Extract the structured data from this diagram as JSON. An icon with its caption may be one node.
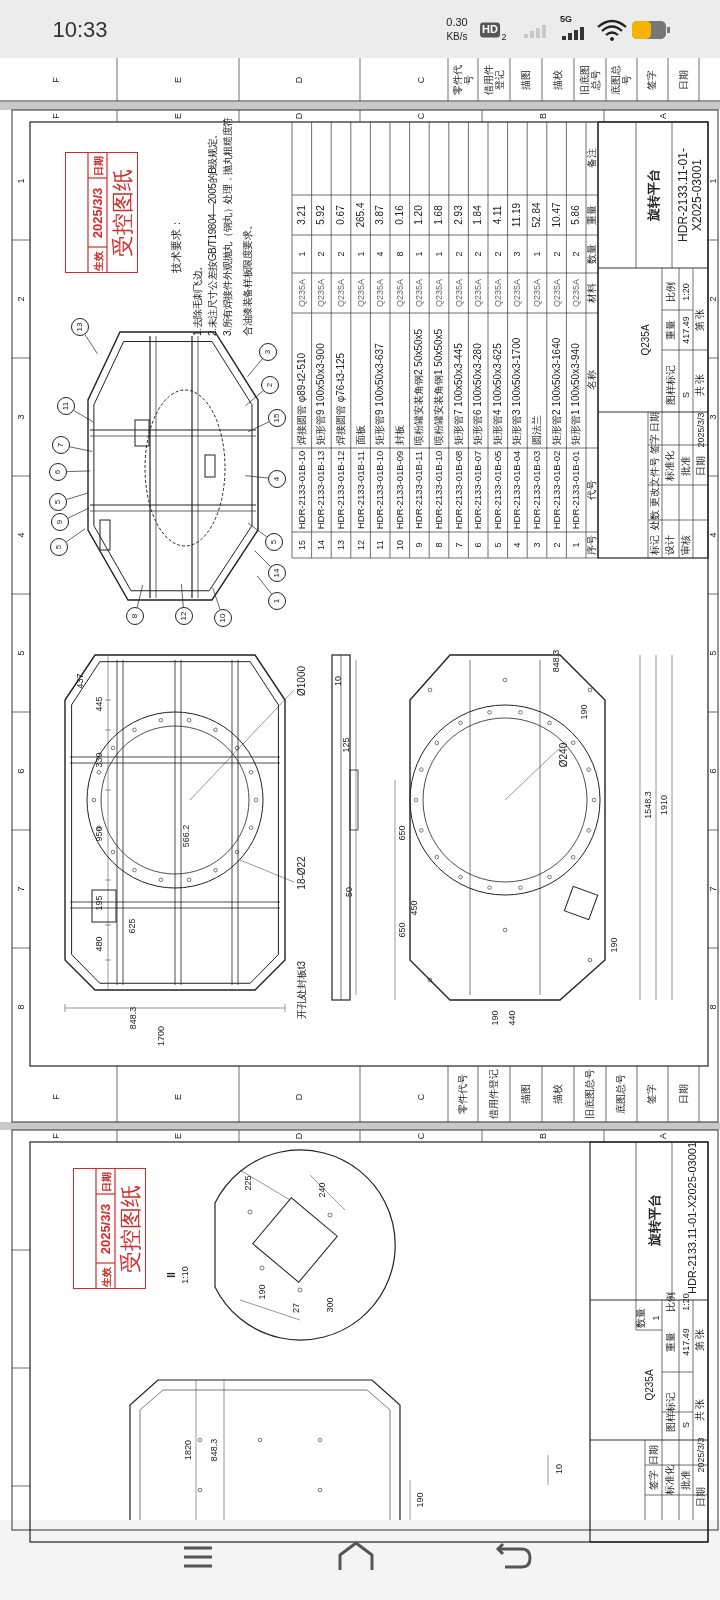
{
  "diagram": {
    "nodes": [
      {
        "text": [],
        "shape": "picture"
      },
      {
        "text": [
          "13"
        ]
      },
      {
        "text": [
          "3"
        ]
      },
      {
        "text": [
          "11"
        ]
      },
      {
        "text": [
          "2"
        ]
      },
      {
        "text": [
          "15"
        ]
      },
      {
        "text": [
          "7"
        ]
      },
      {
        "text": [
          "6"
        ]
      },
      {
        "text": [
          "4"
        ]
      },
      {
        "text": [
          "5"
        ]
      },
      {
        "text": [
          "9"
        ]
      },
      {
        "text": [
          "5"
        ]
      },
      {
        "text": [
          "5"
        ]
      },
      {
        "text": [
          "14"
        ]
      },
      {
        "text": [
          "1"
        ]
      },
      {
        "text": [
          "8"
        ]
      },
      {
        "text": [
          "12"
        ]
      },
      {
        "text": [
          "10"
        ]
      },
      {
        "text": [
          "生效",
          "2025/3/3",
          "日期",
          "受控图纸"
        ]
      },
      {
        "text": [
          "生效",
          "2025/3/3",
          "日期",
          "受控图纸"
        ]
      }
    ],
    "edges": [
      {
        "from": 1,
        "to": 0,
        "arrow": "none"
      },
      {
        "from": 2,
        "to": 0,
        "arrow": "none"
      },
      {
        "from": 3,
        "to": 0,
        "arrow": "none"
      },
      {
        "from": 4,
        "to": 0,
        "arrow": "none"
      },
      {
        "from": 5,
        "to": 0,
        "arrow": "none"
      },
      {
        "from": 6,
        "to": 0,
        "arrow": "none"
      },
      {
        "from": 7,
        "to": 0,
        "arrow": "none"
      },
      {
        "from": 8,
        "to": 0,
        "arrow": "none"
      },
      {
        "from": 9,
        "to": 0,
        "arrow": "none"
      },
      {
        "from": 10,
        "to": 0,
        "arrow": "none"
      },
      {
        "from": 11,
        "to": 0,
        "arrow": "none"
      },
      {
        "from": 12,
        "to": 0,
        "arrow": "none"
      },
      {
        "from": 13,
        "to": 0,
        "arrow": "none"
      },
      {
        "from": 14,
        "to": 0,
        "arrow": "none"
      },
      {
        "from": 15,
        "to": 0,
        "arrow": "none"
      },
      {
        "from": 16,
        "to": 0,
        "arrow": "none"
      },
      {
        "from": 17,
        "to": 0,
        "arrow": "none"
      }
    ],
    "labels": [
      "10:33",
      "0.30",
      "KB/s",
      "HD",
      "2",
      "5G",
      "F",
      "E",
      "D",
      "C",
      "零件代号",
      "借用件登记",
      "描图",
      "描校",
      "旧底图总号",
      "底图总号",
      "签字",
      "日期",
      "F",
      "E",
      "D",
      "C",
      "B",
      "A",
      "1",
      "2",
      "3",
      "4",
      "5",
      "6",
      "7",
      "8",
      "1",
      "2",
      "3",
      "4",
      "5",
      "6",
      "7",
      "8",
      "技术要求：",
      "1.去除毛刺飞边。",
      "2.未注尺寸公差按GB/T19804—2005的B级规定。",
      "3.所有焊接件外观抛丸（钢丸）处理，抛丸粗糙度符合油漆装备样板限度要求。",
      "15",
      "HDR-2133-01B-10",
      "焊接圆管 φ89-t2-510",
      "Q235A",
      "1",
      "3.21",
      "14",
      "HDR-2133-01B-13",
      "矩形管9 100x50x3-900",
      "Q235A",
      "2",
      "5.92",
      "13",
      "HDR-2133-01B-12",
      "焊接圆管 φ76-t3-125",
      "Q235A",
      "2",
      "0.67",
      "12",
      "HDR-2133-01B-11",
      "面板",
      "Q235A",
      "1",
      "265.4",
      "11",
      "HDR-2133-01B-10",
      "矩形管9 100x50x3-637",
      "Q235A",
      "4",
      "3.87",
      "10",
      "HDR-2133-01B-09",
      "封板",
      "Q235A",
      "8",
      "0.16",
      "9",
      "HDR-2133-01B-11",
      "喷粉罐安装角钢2 50x50x5",
      "Q235A",
      "1",
      "1.20",
      "8",
      "HDR-2133-01B-10",
      "喷粉罐安装角钢1 50x50x5",
      "Q235A",
      "1",
      "1.68",
      "7",
      "HDR-2133-01B-08",
      "矩形管7 100x50x3-445",
      "Q235A",
      "2",
      "2.93",
      "6",
      "HDR-2133-01B-07",
      "矩形管6 100x50x3-280",
      "Q235A",
      "2",
      "1.84",
      "5",
      "HDR-2133-01B-05",
      "矩形管4 100x50x3-625",
      "Q235A",
      "2",
      "4.11",
      "4",
      "HDR-2133-01B-04",
      "矩形管3 100x50x3-1700",
      "Q235A",
      "3",
      "11.19",
      "3",
      "HDR-2133-01B-03",
      "圆法兰",
      "Q235A",
      "1",
      "52.84",
      "2",
      "HDR-2133-01B-02",
      "矩形管2 100x50x3-1640",
      "Q235A",
      "2",
      "10.47",
      "1",
      "HDR-2133-01B-01",
      "矩形管1 100x50x3-940",
      "Q235A",
      "2",
      "5.86",
      "序号",
      "代号",
      "名称",
      "材料",
      "数量",
      "重量",
      "备注",
      "旋转平台",
      "HDR-2133.11-01-X2025-03001",
      "Q235A",
      "图样标记",
      "重量",
      "比例",
      "S",
      "417.49",
      "1:20",
      "共 张",
      "第 张",
      "标记",
      "处数",
      "更改文件号",
      "签字",
      "日期",
      "设计",
      "标准化",
      "审核",
      "批准",
      "日期",
      "2025/3/3",
      "437",
      "445",
      "330",
      "950",
      "195",
      "480",
      "625",
      "566.2",
      "848.3",
      "1700",
      "Ø1000",
      "18-Ø22",
      "开孔处封板t3",
      "10",
      "125",
      "50",
      "848.3",
      "190",
      "Ø240",
      "1548.3",
      "1910",
      "650",
      "450",
      "650",
      "190",
      "440",
      "190",
      "F",
      "E",
      "D",
      "C",
      "零件代号",
      "借用件登记",
      "描图",
      "描校",
      "旧底图总号",
      "底图总号",
      "签字",
      "日期",
      "F",
      "E",
      "D",
      "C",
      "B",
      "A",
      "II",
      "1:10",
      "225",
      "240",
      "300",
      "190",
      "27",
      "1820",
      "848.3",
      "190",
      "10",
      "旋转平台",
      "HDR-2133.11-01-X2025-03001",
      "数量",
      "1",
      "Q235A",
      "图样标记",
      "重量",
      "比例",
      "S",
      "417.49",
      "1:20",
      "共 张",
      "第 张",
      "日期",
      "签字",
      "标准化",
      "批准",
      "日期",
      "2025/3/3"
    ]
  }
}
